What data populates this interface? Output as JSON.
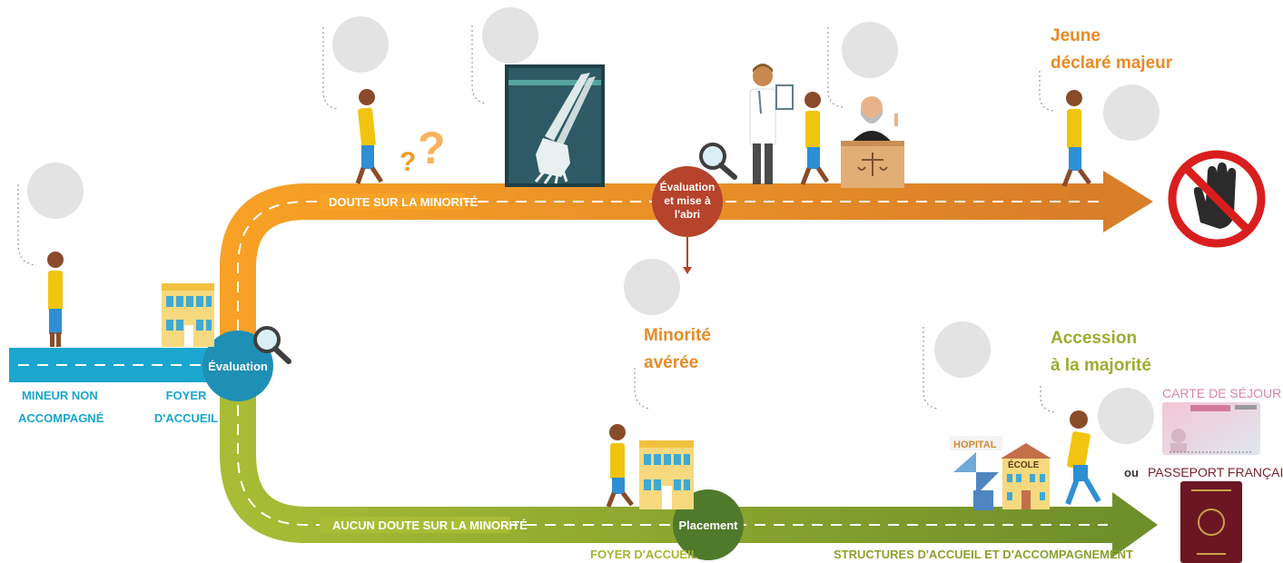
{
  "colors": {
    "blue": "#1ba6cf",
    "orange_light": "#f59a1f",
    "orange_dark": "#dc7f27",
    "green_light": "#a3b734",
    "green_dark": "#6f8f2a",
    "label_blue": "#1ba6cf",
    "label_orange": "#e98a26",
    "label_green": "#9cad2e",
    "node_blue": "#1e8fb5",
    "node_red": "#b6432b",
    "node_green": "#4f7a2b",
    "stop_red": "#d91e1e",
    "grey_circle": "#e3e3e3"
  },
  "labels": {
    "mineur": [
      "MINEUR NON",
      "ACCOMPAGNÉ"
    ],
    "foyer_top": [
      "FOYER",
      "D'ACCUEIL"
    ],
    "doute": "DOUTE SUR LA MINORITÉ",
    "aucun_doute": "AUCUN DOUTE SUR LA MINORITÉ",
    "foyer_bottom": "FOYER D'ACCUEIL",
    "structures": "STRUCTURES D'ACCUEIL ET D'ACCOMPAGNEMENT",
    "jeune": [
      "Jeune",
      "déclaré majeur"
    ],
    "minorite": [
      "Minorité",
      "avérée"
    ],
    "accession": [
      "Accession",
      "à la majorité"
    ],
    "carte": "CARTE DE SÉJOUR",
    "ou": "ou",
    "passeport": "PASSEPORT FRANÇAIS",
    "hopital": "HOPITAL",
    "ecole": "ÉCOLE"
  },
  "nodes": {
    "evaluation": "Évaluation",
    "evaluation_abri": [
      "Évaluation",
      "et mise à",
      "l'abri"
    ],
    "placement": "Placement"
  },
  "icons": [
    "magnifier-icon",
    "stop-hand-icon",
    "xray-icon",
    "doctor-icon",
    "judge-icon",
    "building-icon",
    "hospital-icon",
    "school-icon",
    "residence-card-icon",
    "passport-icon",
    "person-icon",
    "question-mark-icon"
  ]
}
